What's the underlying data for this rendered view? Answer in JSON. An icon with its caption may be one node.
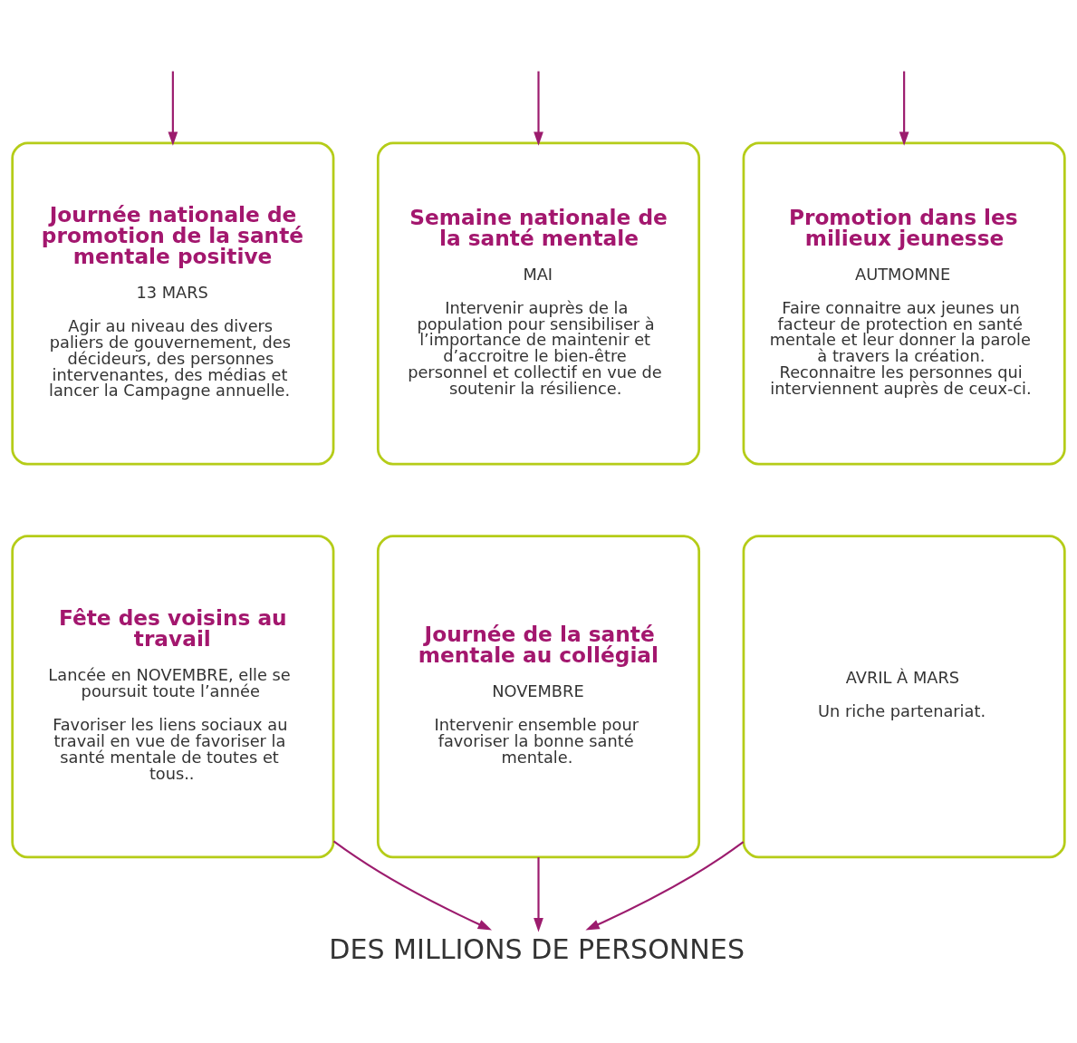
{
  "diagram": {
    "nodes": [
      {
        "text": [
          "Journée nationale de promotion de la santé mentale positive",
          "13 MARS",
          "Agir au niveau des divers paliers de gouvernement, des décideurs, des personnes intervenantes, des médias et lancer la Campagne annuelle."
        ]
      },
      {
        "text": [
          "Semaine nationale de la santé mentale",
          "MAI",
          "Intervenir auprès de la population pour sensibiliser à l’importance de maintenir et d’accroitre le bien-être personnel et collectif en vue de soutenir la résilience."
        ]
      },
      {
        "text": [
          "Promotion dans les milieux jeunesse",
          "AUTMOMNE",
          "Faire connaitre aux jeunes un facteur de protection en santé mentale et leur donner la parole à travers la création. Reconnaitre les personnes qui interviennent auprès de ceux-ci."
        ]
      },
      {
        "text": [
          "Fête des voisins au travail",
          "Lancée en NOVEMBRE, elle se poursuit toute l’année",
          "Favoriser les liens sociaux au travail en vue de favoriser la santé mentale de toutes et tous.."
        ]
      },
      {
        "text": [
          "Journée de la santé mentale au collégial",
          "NOVEMBRE",
          "Intervenir ensemble pour favoriser la bonne santé mentale."
        ]
      },
      {
        "text": [
          "AVRIL À MARS",
          "Un riche partenariat."
        ]
      },
      {
        "text": [
          "DES MILLIONS DE PERSONNES"
        ]
      }
    ],
    "edges": [
      {
        "from": null,
        "to": 0,
        "arrow": "to"
      },
      {
        "from": null,
        "to": 1,
        "arrow": "to"
      },
      {
        "from": null,
        "to": 2,
        "arrow": "to"
      },
      {
        "from": 3,
        "to": 6,
        "arrow": "to"
      },
      {
        "from": 4,
        "to": 6,
        "arrow": "to"
      },
      {
        "from": 5,
        "to": 6,
        "arrow": "to"
      }
    ]
  }
}
